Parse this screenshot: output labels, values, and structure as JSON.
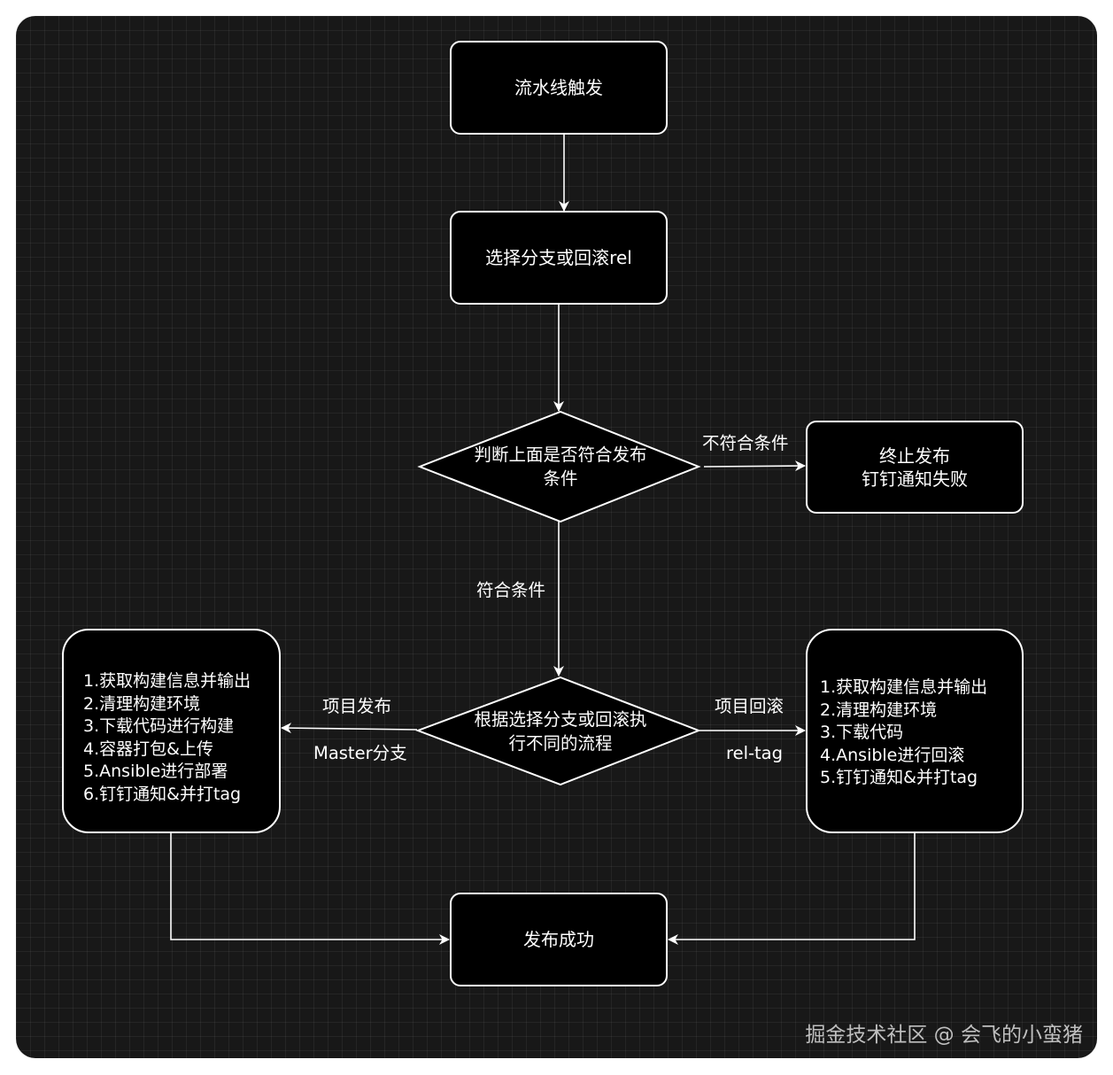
{
  "nodes": {
    "trigger": "流水线触发",
    "select_branch": "选择分支或回滚rel",
    "decision_conditions": [
      "判断上面是否符合发布",
      "条件"
    ],
    "abort": [
      "终止发布",
      "钉钉通知失败"
    ],
    "decision_route": [
      "根据选择分支或回滚执",
      "行不同的流程"
    ],
    "deploy_steps": [
      "1.获取构建信息并输出",
      "2.清理构建环境",
      "3.下载代码进行构建",
      "4.容器打包&上传",
      "5.Ansible进行部署",
      "6.钉钉通知&并打tag"
    ],
    "rollback_steps": [
      "1.获取构建信息并输出",
      "2.清理构建环境",
      "3.下载代码",
      "4.Ansible进行回滚",
      "5.钉钉通知&并打tag"
    ],
    "success": "发布成功"
  },
  "edges": {
    "not_met": "不符合条件",
    "met": "符合条件",
    "deploy": "项目发布",
    "master_branch": "Master分支",
    "rollback": "项目回滚",
    "rel_tag": "rel-tag"
  },
  "watermark": "掘金技术社区 @ 会飞的小蛮猪",
  "colors": {
    "background": "#181818",
    "node_fill": "#000000",
    "stroke": "#ffffff",
    "text": "#ffffff"
  }
}
